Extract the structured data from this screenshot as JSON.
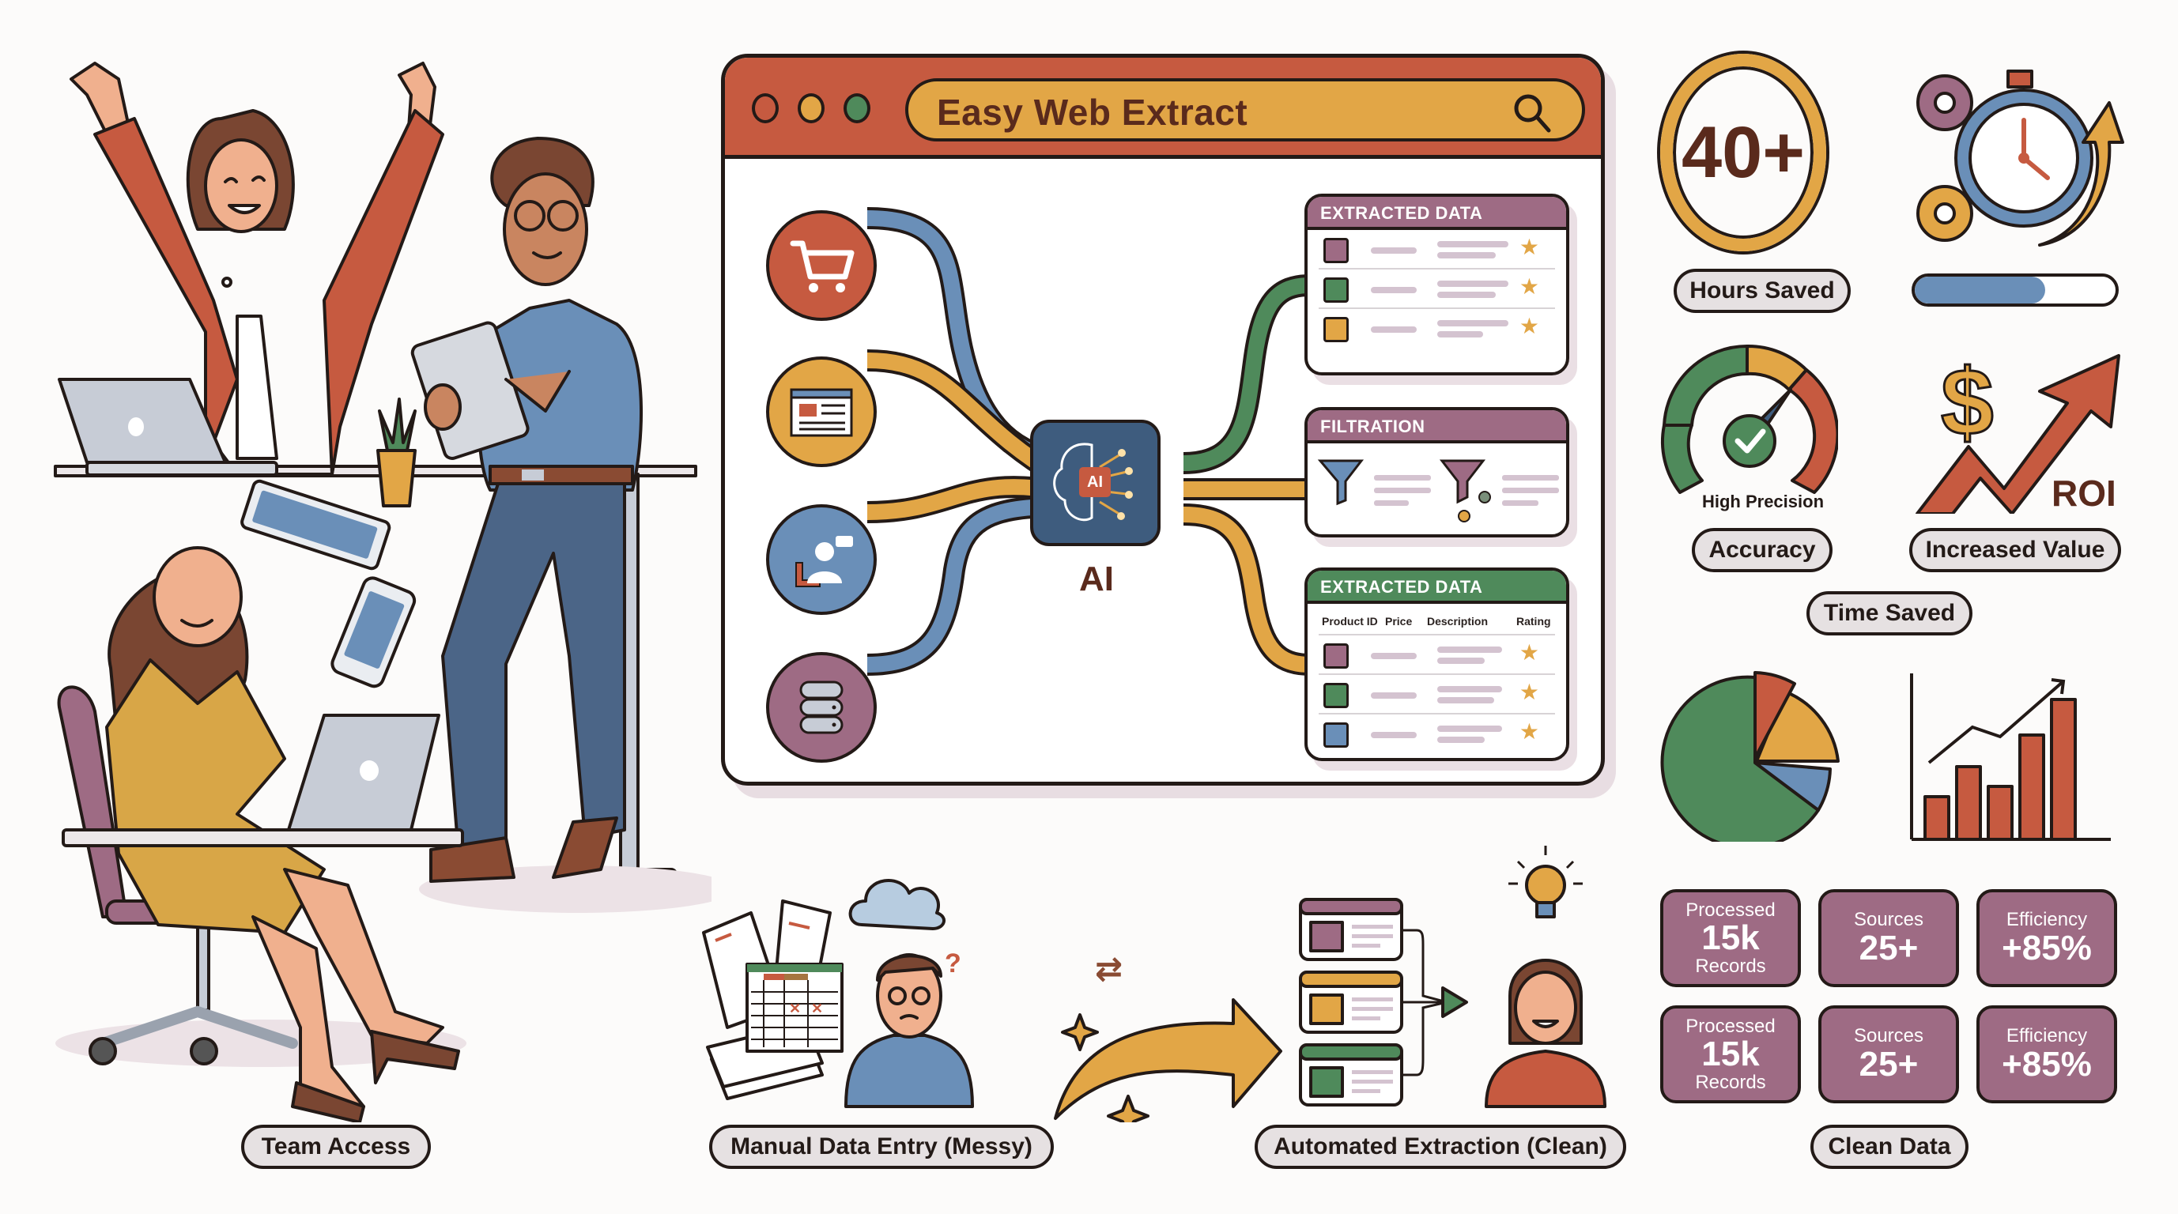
{
  "app": {
    "title": "Easy Web Extract",
    "window_controls": [
      {
        "name": "close",
        "color": "#c65a40"
      },
      {
        "name": "minimize",
        "color": "#e2a646"
      },
      {
        "name": "maximize",
        "color": "#4f8a5b"
      }
    ]
  },
  "colors": {
    "red": "#c65a40",
    "gold": "#e2a646",
    "green": "#4f8a5b",
    "blue": "#6a8fb8",
    "purple": "#9e6b84",
    "navy": "#3e5c7e",
    "brown_text": "#5a2a1c",
    "outline": "#231a17",
    "pill_bg": "#e6e1e2"
  },
  "sources": [
    {
      "icon": "shopping-cart-icon",
      "color": "#c65a40"
    },
    {
      "icon": "webpage-icon",
      "color": "#e2a646"
    },
    {
      "icon": "social-profile-icon",
      "color": "#6a8fb8"
    },
    {
      "icon": "database-icon",
      "color": "#9e6b84"
    }
  ],
  "ai_hub": {
    "chip_label": "AI",
    "caption": "AI"
  },
  "cards": {
    "extracted_top": {
      "title": "EXTRACTED DATA",
      "header_color": "#9e6b84",
      "rows": [
        {
          "thumb_color": "#9e6b84"
        },
        {
          "thumb_color": "#4f8a5b"
        },
        {
          "thumb_color": "#e2a646"
        }
      ]
    },
    "filtration": {
      "title": "FILTRATION",
      "header_color": "#9e6b84"
    },
    "extracted_table": {
      "title": "EXTRACTED DATA",
      "header_color": "#4f8a5b",
      "columns": [
        "Product ID",
        "Price",
        "Description",
        "Rating"
      ],
      "rows": [
        {
          "thumb_color": "#9e6b84"
        },
        {
          "thumb_color": "#4f8a5b"
        },
        {
          "thumb_color": "#6a8fb8"
        }
      ]
    }
  },
  "metrics": {
    "hours": {
      "value": "40+",
      "label": "Hours Saved"
    },
    "time_saved": {
      "label": "Time Saved",
      "progress_percent": 65
    },
    "accuracy": {
      "gauge_caption": "High Precision",
      "label": "Accuracy"
    },
    "value": {
      "caption": "ROI",
      "label": "Increased Value"
    }
  },
  "chart_data": [
    {
      "type": "pie",
      "title": "",
      "categories": [
        "Green",
        "Red",
        "Gold",
        "Blue"
      ],
      "values": [
        68,
        9,
        14,
        9
      ],
      "colors": [
        "#4f8a5b",
        "#c65a40",
        "#e2a646",
        "#6a8fb8"
      ],
      "note": "Gold and red slices are exploded outward"
    },
    {
      "type": "bar",
      "title": "",
      "categories": [
        "1",
        "2",
        "3",
        "4",
        "5"
      ],
      "values": [
        30,
        52,
        38,
        74,
        100
      ],
      "trend_line": [
        55,
        82,
        75,
        100,
        135
      ],
      "color": "#c65a40",
      "xlabel": "",
      "ylabel": "",
      "note": "Upward trend arrow above bars; no axis ticks"
    }
  ],
  "stats": [
    {
      "top": "Processed",
      "value": "15k",
      "bottom": "Records"
    },
    {
      "top": "Sources",
      "value": "25+",
      "bottom": ""
    },
    {
      "top": "Efficiency",
      "value": "+85%",
      "bottom": ""
    },
    {
      "top": "Processed",
      "value": "15k",
      "bottom": "Records"
    },
    {
      "top": "Sources",
      "value": "25+",
      "bottom": ""
    },
    {
      "top": "Efficiency",
      "value": "+85%",
      "bottom": ""
    }
  ],
  "labels": {
    "team_access": "Team Access",
    "manual_entry": "Manual Data Entry (Messy)",
    "automated": "Automated Extraction (Clean)",
    "clean_data": "Clean Data"
  }
}
